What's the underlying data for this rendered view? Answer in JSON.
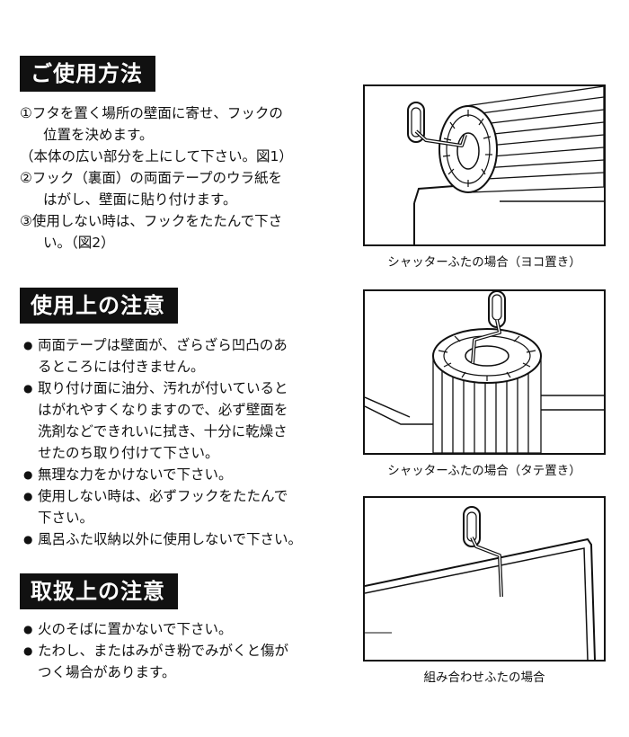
{
  "usage": {
    "heading": "ご使用方法",
    "lines": [
      "①フタを置く場所の壁面に寄せ、フックの",
      "位置を決めます。",
      "（本体の広い部分を上にして下さい。図1）",
      "②フック（裏面）の両面テープのウラ紙を",
      "はがし、壁面に貼り付けます。",
      "③使用しない時は、フックをたたんで下さ",
      "い。（図2）"
    ]
  },
  "cautions": {
    "heading": "使用上の注意",
    "items": [
      [
        "両面テープは壁面が、ざらざら凹凸のあ",
        "るところには付きません。"
      ],
      [
        "取り付け面に油分、汚れが付いていると",
        "はがれやすくなりますので、必ず壁面を",
        "洗剤などできれいに拭き、十分に乾燥さ",
        "せたのち取り付けて下さい。"
      ],
      [
        "無理な力をかけないで下さい。"
      ],
      [
        "使用しない時は、必ずフックをたたんで",
        "下さい。"
      ],
      [
        "風呂ふた収納以外に使用しないで下さい。"
      ]
    ]
  },
  "handling": {
    "heading": "取扱上の注意",
    "items": [
      [
        "火のそばに置かないで下さい。"
      ],
      [
        "たわし、またはみがき粉でみがくと傷が",
        "つく場合があります。"
      ]
    ]
  },
  "bullet_symbol": "●",
  "figures": {
    "fig1_caption": "シャッターふたの場合（ヨコ置き）",
    "fig2_caption": "シャッターふたの場合（タテ置き）",
    "fig3_caption": "組み合わせふたの場合"
  }
}
